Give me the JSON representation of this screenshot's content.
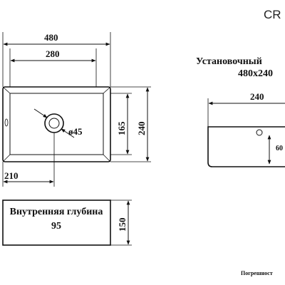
{
  "header": {
    "code": "CR"
  },
  "top_view": {
    "width_outer": "480",
    "width_inner": "280",
    "depth_1": "165",
    "depth_2": "240",
    "offset_left": "210",
    "drain_diameter": "ø45"
  },
  "side_view": {
    "text_line_1": "Внутренняя глубина",
    "text_line_2": "95",
    "height": "150"
  },
  "cutout": {
    "title_line_1": "Установочный",
    "title_line_2": "480x240",
    "width": "240",
    "hole_offset": "60"
  },
  "footer": {
    "tolerance": "Погрешност"
  }
}
